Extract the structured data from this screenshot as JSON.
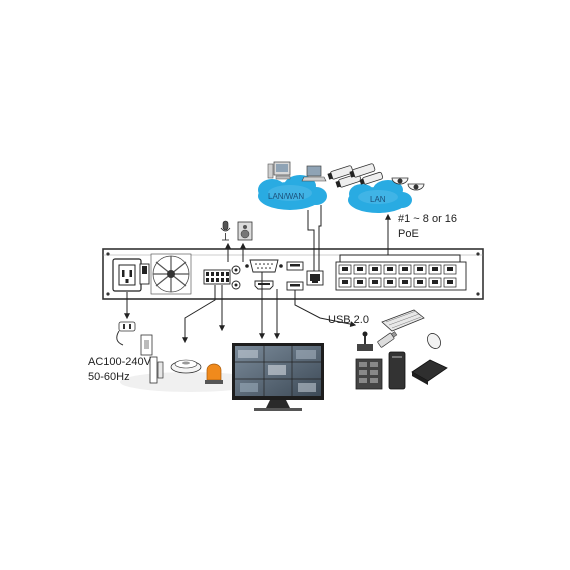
{
  "labels": {
    "lan_wan": "LAN/WAN",
    "lan": "LAN",
    "poe_line1": "#1 ~ 8 or 16",
    "poe_line2": "PoE",
    "usb": "USB 2.0",
    "power_line1": "AC100-240V",
    "power_line2": "50-60Hz"
  },
  "colors": {
    "cloud_fill": "#29abe2",
    "cloud_edge": "#6cc6ef",
    "chassis_line": "#333333",
    "arrow": "#222222",
    "monitor_bezel": "#1d1d1d",
    "alarm_light": "#f08a1c"
  },
  "icons": {
    "power_inlet": "power-inlet-icon",
    "fan": "fan-icon",
    "alarm_block": "alarm-terminal-icon",
    "audio": "audio-jack-icon",
    "vga": "vga-port-icon",
    "hdmi": "hdmi-port-icon",
    "lan_port": "lan-port-icon",
    "usb_port": "usb-port-icon",
    "poe_ports": "poe-ports-icon",
    "microphone": "microphone-icon",
    "speaker": "speaker-icon",
    "monitor": "monitor-icon",
    "pc": "pc-icon",
    "laptop": "laptop-icon",
    "bullet_camera": "bullet-camera-icon",
    "dome_camera": "dome-camera-icon",
    "keyboard": "keyboard-icon",
    "mouse": "mouse-icon",
    "flash_drive": "usb-flash-drive-icon",
    "external_hdd": "external-hdd-icon",
    "nas": "nas-icon",
    "tower": "tower-drive-icon",
    "plug": "power-plug-icon",
    "door_sensor": "door-sensor-icon",
    "switch": "wall-switch-icon",
    "smoke_detector": "smoke-detector-icon",
    "alarm_light": "alarm-light-icon"
  }
}
